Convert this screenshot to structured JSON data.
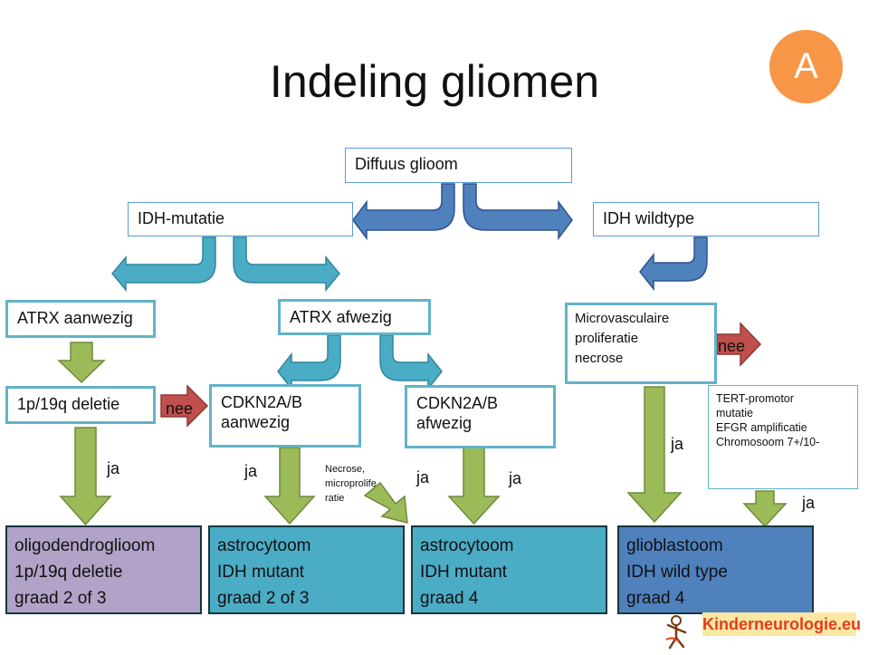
{
  "title": "Indeling gliomen",
  "badge": "A",
  "nodes": {
    "diffuus": "Diffuus glioom",
    "idh_mutatie": "IDH-mutatie",
    "idh_wildtype": "IDH wildtype",
    "atrx_aanwezig": "ATRX aanwezig",
    "atrx_afwezig": "ATRX afwezig",
    "micro": [
      "Microvasculaire",
      "proliferatie",
      "necrose"
    ],
    "deletie": "1p/19q deletie",
    "cdkn_aanwezig": [
      "CDKN2A/B",
      "aanwezig"
    ],
    "cdkn_afwezig": [
      "CDKN2A/B",
      "afwezig"
    ],
    "tert": [
      "TERT-promotor",
      "mutatie",
      "EFGR amplificatie",
      "Chromosoom  7+/10-"
    ]
  },
  "results": [
    {
      "lines": [
        "oligodendroglioom",
        "1p/19q deletie",
        "graad 2 of 3"
      ],
      "color": "#b3a2c7"
    },
    {
      "lines": [
        "astrocytoom",
        "IDH mutant",
        "graad 2 of 3"
      ],
      "color": "#4bacc6"
    },
    {
      "lines": [
        "astrocytoom",
        "IDH mutant",
        "graad 4"
      ],
      "color": "#4bacc6"
    },
    {
      "lines": [
        "glioblastoom",
        "IDH wild type",
        "graad 4"
      ],
      "color": "#4f81bd"
    }
  ],
  "labels": {
    "ja": "ja",
    "nee": "nee",
    "necrose_note": [
      "Necrose,",
      "microprolife",
      "ratie"
    ]
  },
  "logo": {
    "text": "Kinderneurologie.eu"
  },
  "colors": {
    "badge": "#f79646",
    "curved_arrow_teal": "#4bacc6",
    "curved_arrow_blue": "#4f81bd",
    "down_arrow_green": "#9bbb59",
    "nee_arrow_red": "#c0504d",
    "box_border_blue": "#5b9bd5"
  }
}
